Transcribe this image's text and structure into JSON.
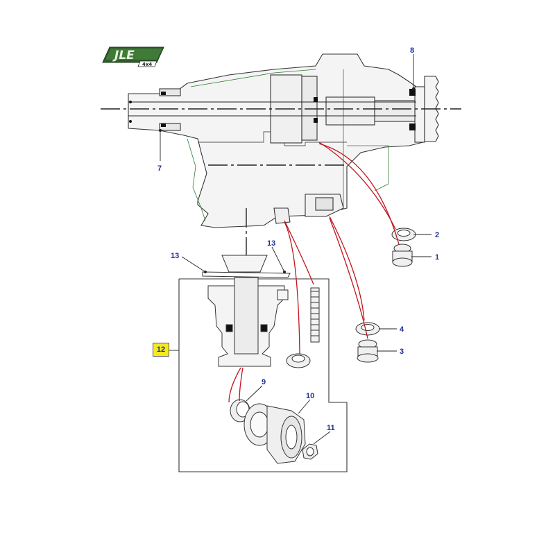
{
  "logo": {
    "brand": "JLE",
    "sub": "4x4"
  },
  "callouts": {
    "c1": "1",
    "c2": "2",
    "c3": "3",
    "c4": "4",
    "c7": "7",
    "c8": "8",
    "c9": "9",
    "c10": "10",
    "c11": "11",
    "c12": "12",
    "c13a": "13",
    "c13b": "13"
  },
  "colors": {
    "callout_text": "#1f2f9a",
    "leader_red": "#c0141c",
    "highlight": "#f4ea1d",
    "line": "#333333",
    "fill_light": "#f3f3f3",
    "logo_green": "#2f5d2a"
  }
}
